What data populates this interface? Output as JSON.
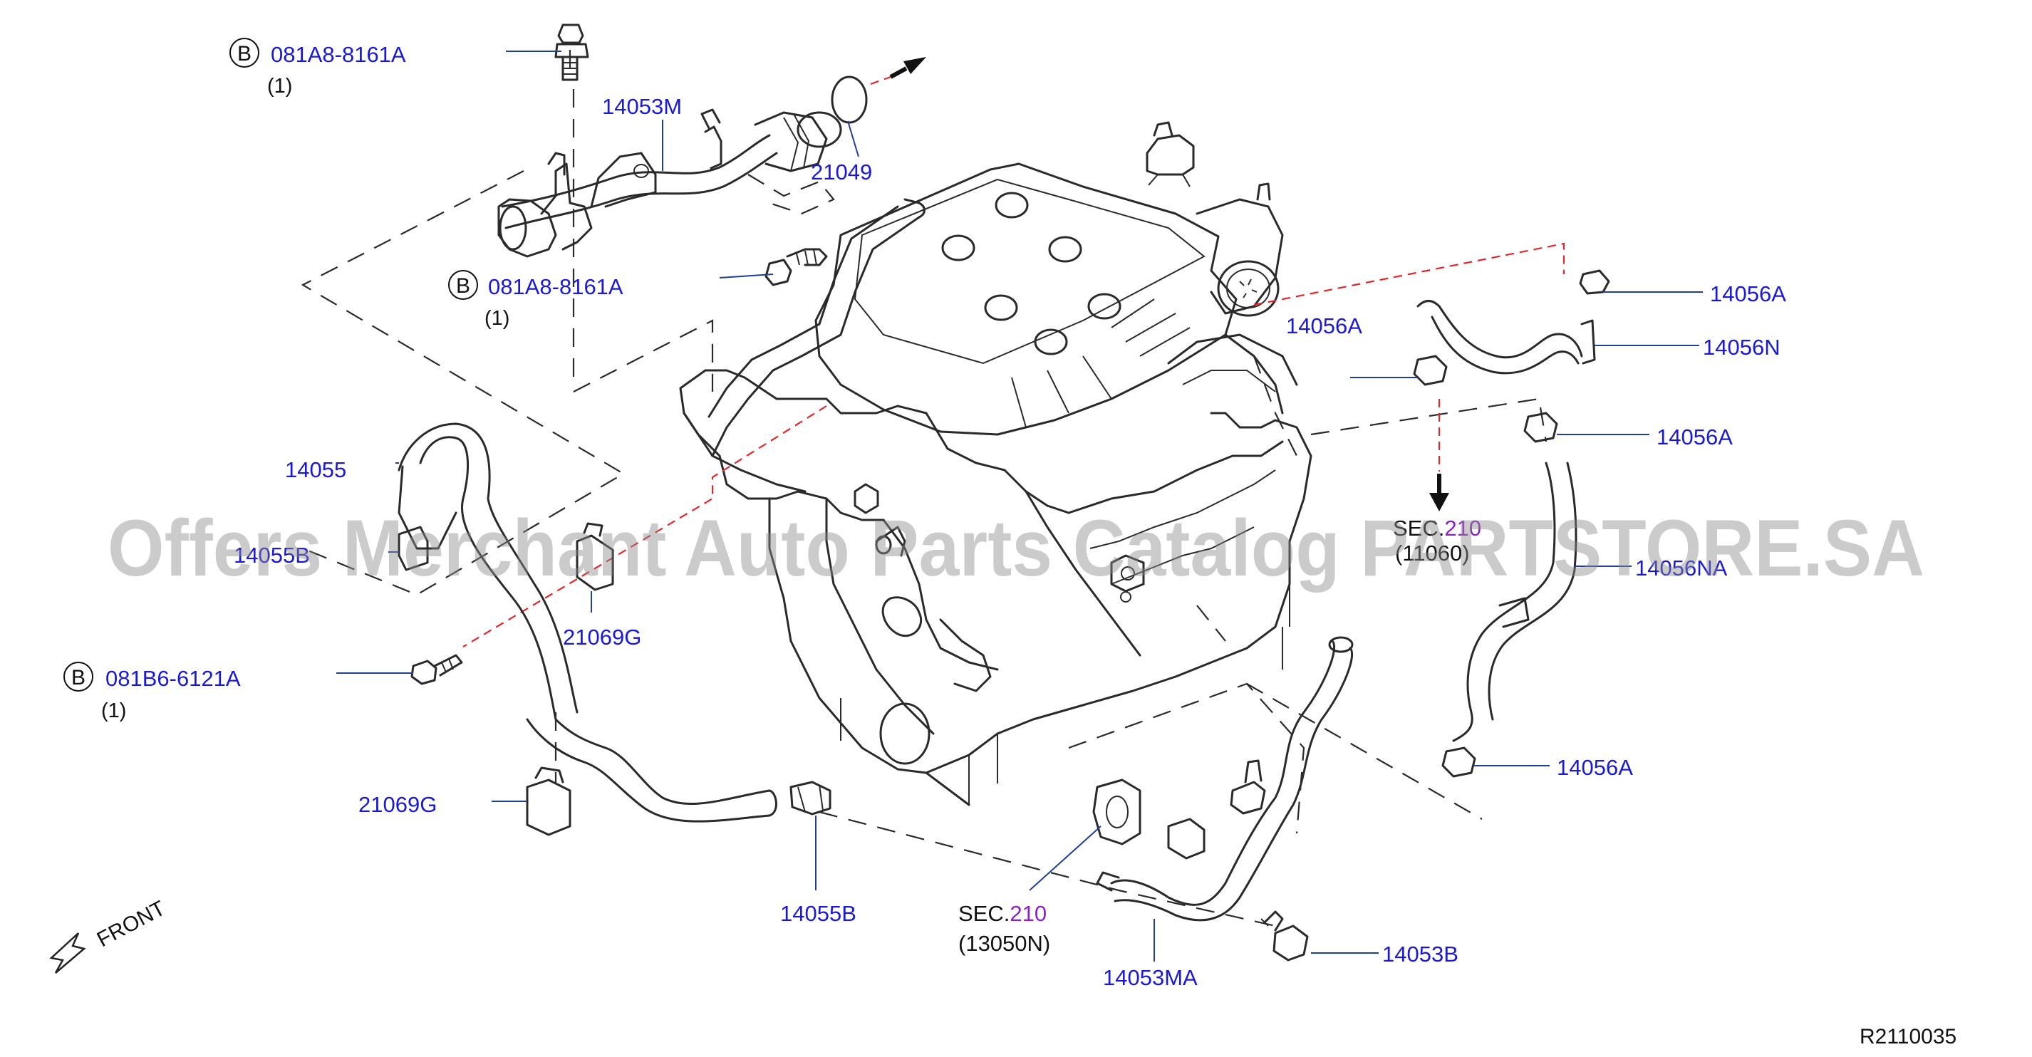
{
  "labels": {
    "bolt_top": {
      "letter": "B",
      "part": "081A8-8161A",
      "qty": "(1)"
    },
    "bolt_mid": {
      "letter": "B",
      "part": "081A8-8161A",
      "qty": "(1)"
    },
    "bolt_left": {
      "letter": "B",
      "part": "081B6-6121A",
      "qty": "(1)"
    },
    "p14053M": "14053M",
    "p21049": "21049",
    "p14055": "14055",
    "p14055B_left": "14055B",
    "p21069G_upper": "21069G",
    "p21069G_lower": "21069G",
    "p14055B_bottom": "14055B",
    "sec210_bottom": {
      "prefix": "SEC.",
      "num": "210",
      "sub": "(13050N)"
    },
    "sec210_right": {
      "prefix": "SEC.",
      "num": "210",
      "sub": "(11060)"
    },
    "p14053MA": "14053MA",
    "p14053B": "14053B",
    "p14056A_1": "14056A",
    "p14056A_2": "14056A",
    "p14056N": "14056N",
    "p14056A_3": "14056A",
    "p14056NA": "14056NA",
    "p14056A_4": "14056A"
  },
  "front_label": "FRONT",
  "diagram_ref": "R2110035",
  "watermark": "Offers Merchant Auto Parts Catalog PARTSTORE.SA",
  "colors": {
    "part_number": "#1a1ad6",
    "section_number": "#8a22c8",
    "red_guide": "#e0282a",
    "line_art": "#2a2a2a"
  }
}
